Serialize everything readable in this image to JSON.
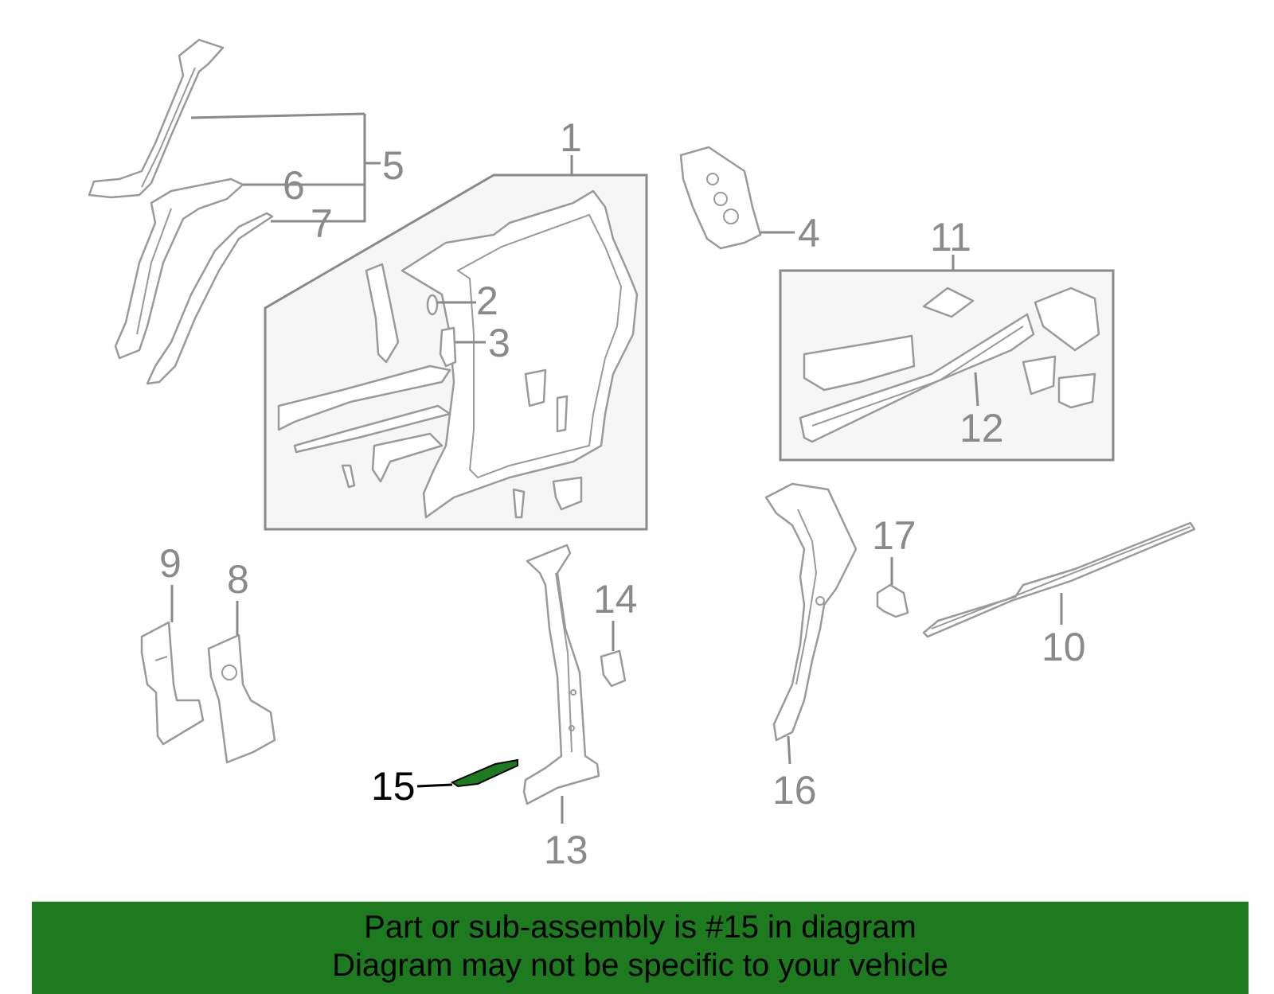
{
  "callouts": {
    "c1": "1",
    "c2": "2",
    "c3": "3",
    "c4": "4",
    "c5": "5",
    "c6": "6",
    "c7": "7",
    "c8": "8",
    "c9": "9",
    "c10": "10",
    "c11": "11",
    "c12": "12",
    "c13": "13",
    "c14": "14",
    "c15": "15",
    "c16": "16",
    "c17": "17"
  },
  "highlight_part": "15",
  "colors": {
    "highlight": "#1e7a1e",
    "line": "#8a8a8a",
    "banner": "#1e7a1e"
  },
  "banner": {
    "line1": "Part or sub-assembly is #15 in diagram",
    "line2": "Diagram may not be specific to your vehicle"
  }
}
